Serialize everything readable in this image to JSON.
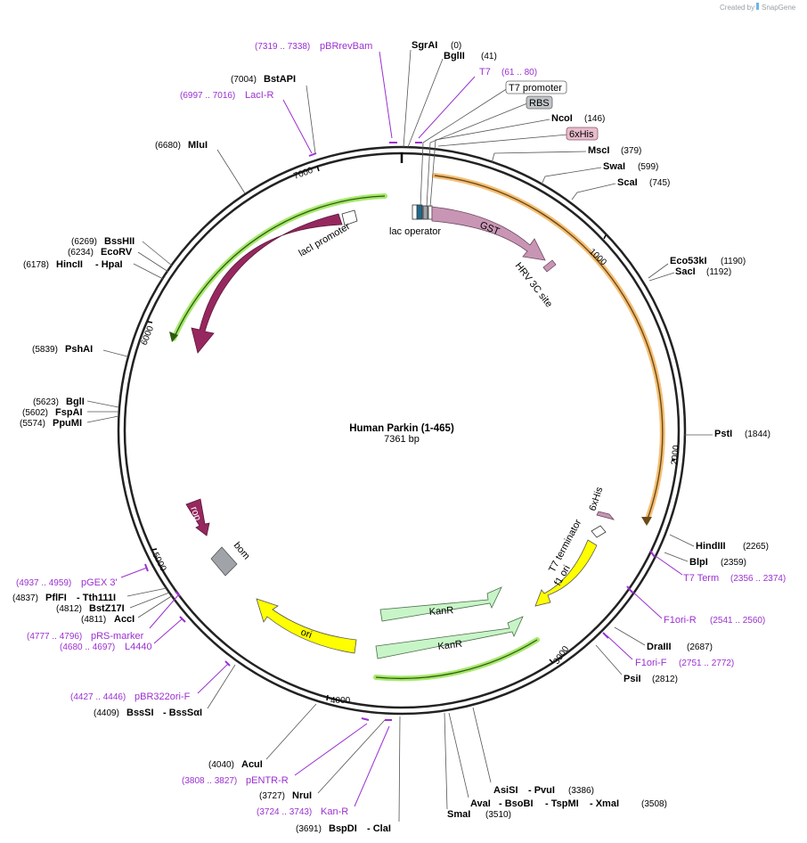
{
  "created_by": "Created by",
  "created_brand": "SnapGene",
  "plasmid": {
    "name": "Human Parkin (1-465)",
    "length": "7361 bp"
  },
  "ticks": [
    "1000",
    "2000",
    "3000",
    "4000",
    "5000",
    "6000",
    "7000"
  ],
  "features": {
    "laci": "lacI",
    "laci_promoter": "lacI promoter",
    "lac_operator": "lac operator",
    "gst": "GST",
    "hrv": "HRV 3C site",
    "his": "6xHis",
    "t7term": "T7 terminator",
    "f1ori": "f1 ori",
    "kanr1": "KanR",
    "kanr2": "KanR",
    "ori": "ori",
    "bom": "bom",
    "rop": "rop"
  },
  "boxed": {
    "t7promoter": "T7 promoter",
    "rbs": "RBS",
    "his_box": "6xHis"
  },
  "sites": {
    "sgrai": {
      "name": "SgrAI",
      "pos": "(0)"
    },
    "bglii": {
      "name": "BglII",
      "pos": "(41)"
    },
    "ncoi": {
      "name": "NcoI",
      "pos": "(146)"
    },
    "msci": {
      "name": "MscI",
      "pos": "(379)"
    },
    "swai": {
      "name": "SwaI",
      "pos": "(599)"
    },
    "scai": {
      "name": "ScaI",
      "pos": "(745)"
    },
    "eco53ki": {
      "name": "Eco53kI",
      "pos": "(1190)"
    },
    "saci": {
      "name": "SacI",
      "pos": "(1192)"
    },
    "psti": {
      "name": "PstI",
      "pos": "(1844)"
    },
    "hindiii": {
      "name": "HindIII",
      "pos": "(2265)"
    },
    "blpi": {
      "name": "BlpI",
      "pos": "(2359)"
    },
    "draiii": {
      "name": "DraIII",
      "pos": "(2687)"
    },
    "psii": {
      "name": "PsiI",
      "pos": "(2812)"
    },
    "asisi": {
      "name": "AsiSI",
      "name2": "- PvuI",
      "pos": "(3386)"
    },
    "avai": {
      "name": "AvaI",
      "name2": "- BsoBI",
      "name3": "- TspMI",
      "name4": "- XmaI",
      "pos": "(3508)"
    },
    "smai": {
      "name": "SmaI",
      "pos": "(3510)"
    },
    "bspdi": {
      "name": "BspDI",
      "name2": "- ClaI",
      "pos": "(3691)"
    },
    "nrui": {
      "name": "NruI",
      "pos": "(3727)"
    },
    "acui": {
      "name": "AcuI",
      "pos": "(4040)"
    },
    "bsssi": {
      "name": "BssSI",
      "name2": "- BssSαI",
      "pos": "(4409)"
    },
    "acci": {
      "name": "AccI",
      "pos": "(4811)"
    },
    "bstz17i": {
      "name": "BstZ17I",
      "pos": "(4812)"
    },
    "pflfi": {
      "name": "PflFI",
      "name2": "- Tth111I",
      "pos": "(4837)"
    },
    "ppumi": {
      "name": "PpuMI",
      "pos": "(5574)"
    },
    "fspai": {
      "name": "FspAI",
      "pos": "(5602)"
    },
    "bgli": {
      "name": "BglI",
      "pos": "(5623)"
    },
    "pshai": {
      "name": "PshAI",
      "pos": "(5839)"
    },
    "hincii": {
      "name": "HincII",
      "name2": "- HpaI",
      "pos": "(6178)"
    },
    "ecorv": {
      "name": "EcoRV",
      "pos": "(6234)"
    },
    "bsshii": {
      "name": "BssHII",
      "pos": "(6269)"
    },
    "mlui": {
      "name": "MluI",
      "pos": "(6680)"
    },
    "bstapi": {
      "name": "BstAPI",
      "pos": "(7004)"
    }
  },
  "primers": {
    "pbrrevbam": {
      "name": "pBRrevBam",
      "pos": "(7319 .. 7338)"
    },
    "t7": {
      "name": "T7",
      "pos": "(61 .. 80)"
    },
    "laci_r": {
      "name": "LacI-R",
      "pos": "(6997 .. 7016)"
    },
    "t7term": {
      "name": "T7 Term",
      "pos": "(2356 .. 2374)"
    },
    "f1ori_r": {
      "name": "F1ori-R",
      "pos": "(2541 .. 2560)"
    },
    "f1ori_f": {
      "name": "F1ori-F",
      "pos": "(2751 .. 2772)"
    },
    "pentr_r": {
      "name": "pENTR-R",
      "pos": "(3808 .. 3827)"
    },
    "kan_r": {
      "name": "Kan-R",
      "pos": "(3724 .. 3743)"
    },
    "pbr322ori_f": {
      "name": "pBR322ori-F",
      "pos": "(4427 .. 4446)"
    },
    "prs_marker": {
      "name": "pRS-marker",
      "pos": "(4777 .. 4796)"
    },
    "l4440": {
      "name": "L4440",
      "pos": "(4680 .. 4697)"
    },
    "pgex3": {
      "name": "pGEX 3'",
      "pos": "(4937 .. 4959)"
    }
  },
  "colors": {
    "laci": "#96285f",
    "gst": "#c896b4",
    "yellow": "#ffff00",
    "kanr": "#c8f5c8",
    "bom": "#a0a4a8",
    "primer": "#9b30d0",
    "green_glow": "#a6e86b",
    "orange_glow": "#f3b35a"
  }
}
